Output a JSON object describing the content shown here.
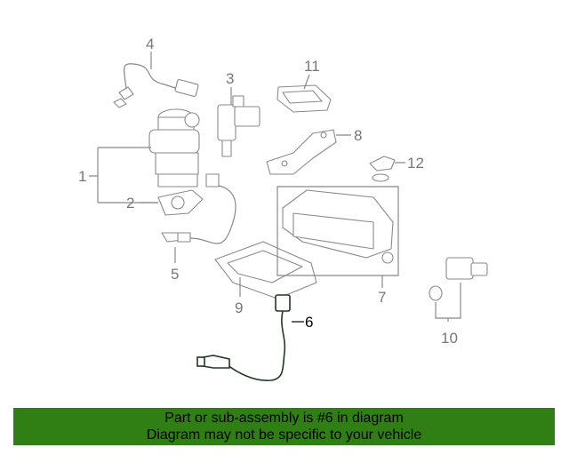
{
  "callouts": {
    "c1": "1",
    "c2": "2",
    "c3": "3",
    "c4": "4",
    "c5": "5",
    "c6": "6",
    "c7": "7",
    "c8": "8",
    "c9": "9",
    "c10": "10",
    "c11": "11",
    "c12": "12"
  },
  "banner": {
    "line1": "Part or sub-assembly is #6 in diagram",
    "line2": "Diagram may not be specific to your vehicle"
  },
  "colors": {
    "banner_background": "#2f7f14",
    "highlighted_part": "#1f3a1f",
    "diagram_lines": "#8a8a8a"
  }
}
